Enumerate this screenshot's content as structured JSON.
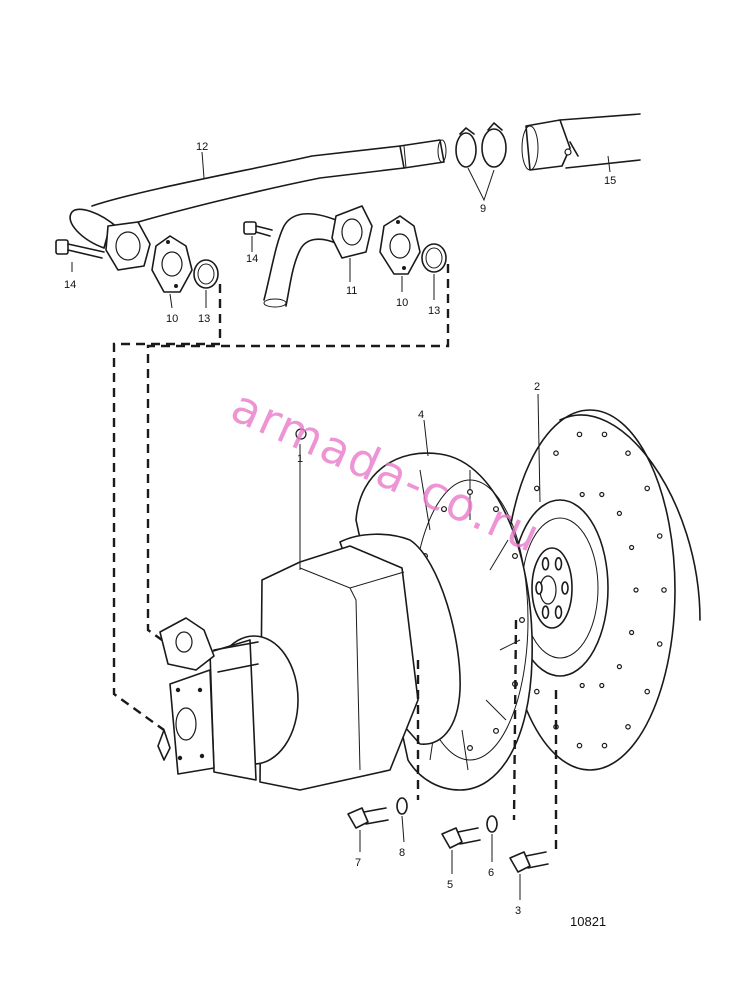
{
  "diagram": {
    "reference_number": "10821",
    "watermark": "armada-co.ru",
    "callouts": [
      {
        "id": "c1",
        "text": "1"
      },
      {
        "id": "c2",
        "text": "2"
      },
      {
        "id": "c3",
        "text": "3"
      },
      {
        "id": "c4",
        "text": "4"
      },
      {
        "id": "c5",
        "text": "5"
      },
      {
        "id": "c6",
        "text": "6"
      },
      {
        "id": "c7",
        "text": "7"
      },
      {
        "id": "c8",
        "text": "8"
      },
      {
        "id": "c9",
        "text": "9"
      },
      {
        "id": "c10a",
        "text": "10"
      },
      {
        "id": "c10b",
        "text": "10"
      },
      {
        "id": "c11",
        "text": "11"
      },
      {
        "id": "c12",
        "text": "12"
      },
      {
        "id": "c13a",
        "text": "13"
      },
      {
        "id": "c13b",
        "text": "13"
      },
      {
        "id": "c14a",
        "text": "14"
      },
      {
        "id": "c14b",
        "text": "14"
      },
      {
        "id": "c15",
        "text": "15"
      }
    ]
  }
}
